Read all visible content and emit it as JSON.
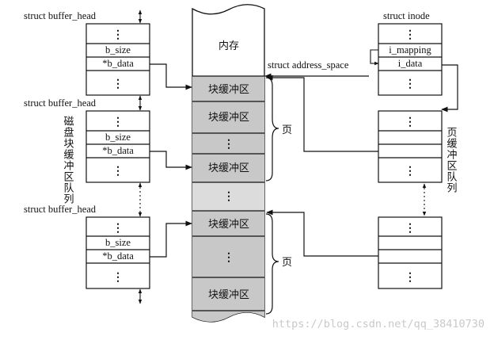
{
  "labels": {
    "buffer_head_1": "struct buffer_head",
    "buffer_head_2": "struct buffer_head",
    "buffer_head_3": "struct buffer_head",
    "inode": "struct inode",
    "address_space": "struct address_space",
    "memory": "内存",
    "disk_queue_vertical": "磁盘块缓冲区队列",
    "page_cache_queue_vertical": "页缓冲区队列",
    "page_1": "页",
    "page_2": "页"
  },
  "buffer_head_fields": {
    "ellipsis": "⋮",
    "b_size": "b_size",
    "b_data": "*b_data"
  },
  "inode_fields": {
    "ellipsis": "⋮",
    "i_mapping": "i_mapping",
    "i_data": "i_data"
  },
  "memory_blocks": {
    "block_label": "块缓冲区",
    "ellipsis": "⋮"
  },
  "watermark": "https://blog.csdn.net/qq_38410730"
}
